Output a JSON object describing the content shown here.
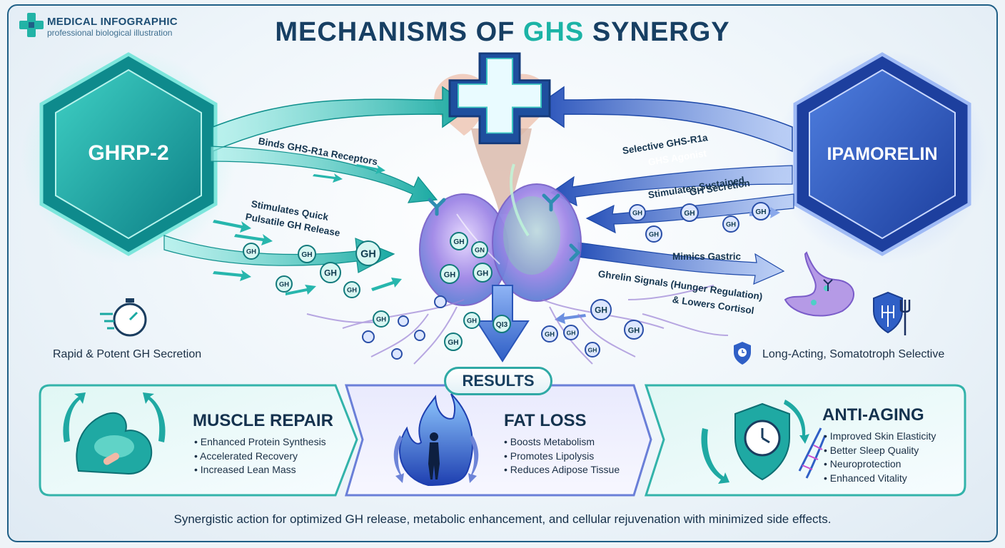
{
  "brand": {
    "title": "MEDICAL INFOGRAPHIC",
    "subtitle": "professional biological illustration"
  },
  "title": {
    "part1": "MECHANISMS OF ",
    "part2": "GHS",
    "part3": " SYNERGY"
  },
  "left_drug": {
    "name": "GHRP-2",
    "annotations": [
      "Binds GHS-R1a Receptors",
      "Stimulates Quick",
      "Pulsatile GH Release"
    ],
    "summary": "Rapid & Potent GH Secretion"
  },
  "right_drug": {
    "name": "IPAMORELIN",
    "annotations": [
      "Selective GHS-R1a",
      "GHS Agonist",
      "Stimulates Sustained",
      "GH Secretion",
      "Mimics Gastric",
      "Ghrelin Signals (Hunger Regulation)",
      "& Lowers Cortisol"
    ],
    "summary": "Long-Acting, Somatotroph Selective"
  },
  "gh_label": "GH",
  "gland_labels": [
    "GN",
    "QI3"
  ],
  "results_label": "RESULTS",
  "cards": [
    {
      "title": "MUSCLE REPAIR",
      "items": [
        "Enhanced Protein Synthesis",
        "Accelerated Recovery",
        "Increased Lean Mass"
      ]
    },
    {
      "title": "FAT LOSS",
      "items": [
        "Boosts Metabolism",
        "Promotes Lipolysis",
        "Reduces Adipose Tissue"
      ]
    },
    {
      "title": "ANTI-AGING",
      "items": [
        "Improved Skin Elasticity",
        "Better Sleep Quality",
        "Neuroprotection",
        "Enhanced Vitality"
      ]
    }
  ],
  "footer": "Synergistic action for optimized GH release, metabolic enhancement, and cellular rejuvenation with minimized side effects.",
  "colors": {
    "navy": "#173f63",
    "teal": "#1cb3a6",
    "blue": "#2f5fc6",
    "light_teal": "#8fe3df"
  }
}
